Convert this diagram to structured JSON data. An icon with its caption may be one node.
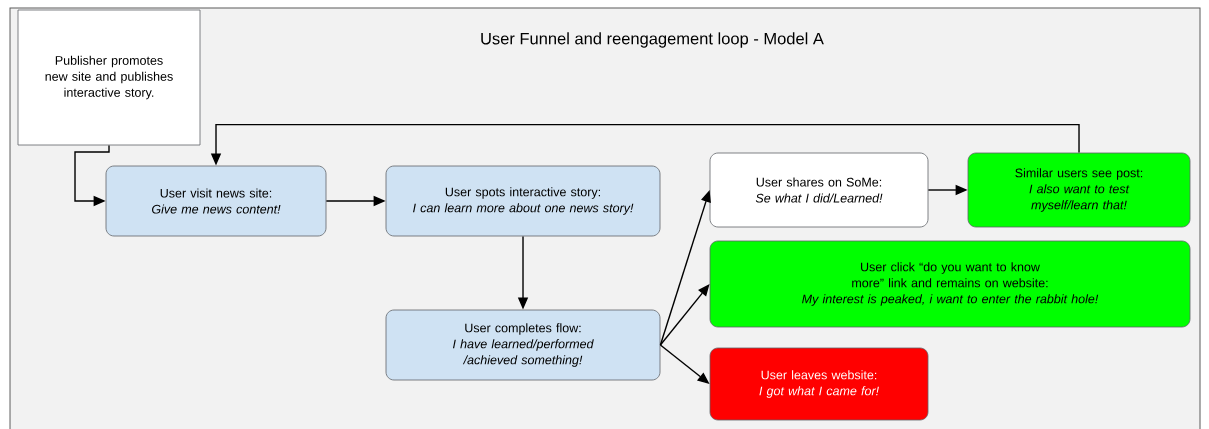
{
  "diagram": {
    "title": "User Funnel and reengagement loop - Model A",
    "nodes": [
      {
        "text": [
          "Publisher promotes new site and publishes interactive story."
        ]
      },
      {
        "text": [
          "User visit news site:",
          "Give me news content!"
        ]
      },
      {
        "text": [
          "User spots interactive story:",
          "I can learn more about one news story!"
        ]
      },
      {
        "text": [
          "User completes flow:",
          "I have learned/performed /achieved something!"
        ]
      },
      {
        "text": [
          "User shares on SoMe:",
          "Se what I did/Learned!"
        ]
      },
      {
        "text": [
          "Similar users see post:",
          "I also want to test myself/learn that!"
        ]
      },
      {
        "text": [
          "User click “do you want to know more” link and remains on website:",
          "My interest is peaked, i want to enter the rabbit hole!"
        ]
      },
      {
        "text": [
          "User leaves website:",
          "I got what I came for!"
        ]
      }
    ],
    "edges": [
      {
        "from": 0,
        "to": 1,
        "arrow": "to"
      },
      {
        "from": 1,
        "to": 2,
        "arrow": "to"
      },
      {
        "from": 2,
        "to": 3,
        "arrow": "to"
      },
      {
        "from": 3,
        "to": 4,
        "arrow": "to"
      },
      {
        "from": 3,
        "to": 6,
        "arrow": "to"
      },
      {
        "from": 3,
        "to": 7,
        "arrow": "to"
      },
      {
        "from": 4,
        "to": 5,
        "arrow": "to"
      },
      {
        "from": 5,
        "to": 1,
        "arrow": "to"
      }
    ]
  }
}
